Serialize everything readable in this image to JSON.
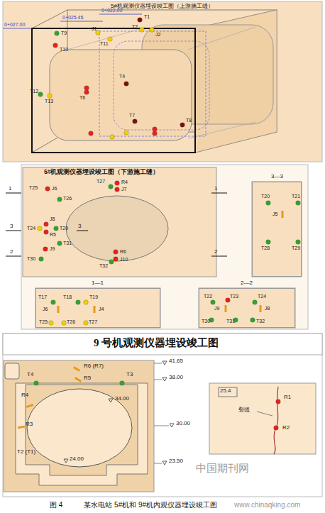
{
  "diagram": {
    "caption": "图 4　　　某水电站 5#机和 9#机内观仪器埋设竣工图",
    "nodes": [
      {
        "text": [
          "5#机观测仪器埋设竣工图（上游施工缝）"
        ]
      },
      {
        "text": [
          "5#机观测仪器埋设竣工图（下游施工缝）"
        ]
      },
      {
        "text": [
          "3—3"
        ],
        "in": 1
      },
      {
        "text": [
          "1—1"
        ],
        "in": 1
      },
      {
        "text": [
          "2—2"
        ],
        "in": 1
      },
      {
        "text": [
          "9 号机观测仪器埋设竣工图"
        ]
      }
    ],
    "labels": [
      "0+027.00",
      "0+025.45",
      "0+022.00",
      "T1",
      "T2",
      "J2",
      "T9",
      "T10",
      "J1",
      "T11",
      "T12",
      "T13",
      "T6",
      "T4",
      "T7",
      "T8",
      "T25",
      "J6",
      "T26",
      "T27",
      "R4",
      "J7",
      "J8",
      "T24",
      "R5",
      "T29",
      "T31",
      "J9",
      "T30",
      "T32",
      "R6",
      "J10",
      "1",
      "1",
      "3",
      "3",
      "2",
      "2",
      "T20",
      "T21",
      "J5",
      "T28",
      "T29",
      "T17",
      "T18",
      "T19",
      "J6",
      "J4",
      "T25",
      "T26",
      "T27",
      "T22",
      "T23",
      "T24",
      "J9",
      "J8",
      "T30",
      "T31",
      "T32",
      "T4",
      "R6 (R7)",
      "R5",
      "T3",
      "R4",
      "R3",
      "T2 (T1)",
      "41.65",
      "38.00",
      "34.00",
      "30.00",
      "24.00",
      "23.50",
      "R1",
      "裂缝",
      "R2",
      "25.4",
      "中国期刊网",
      "www.chinaqking.com"
    ]
  }
}
